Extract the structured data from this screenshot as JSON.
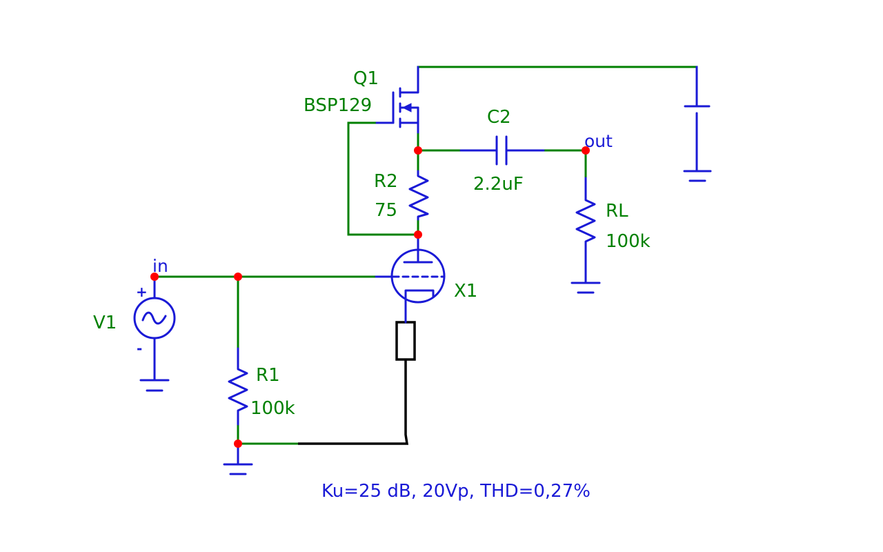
{
  "components": {
    "q1": {
      "ref": "Q1",
      "part": "BSP129"
    },
    "c2": {
      "ref": "C2",
      "value": "2.2uF"
    },
    "r2": {
      "ref": "R2",
      "value": "75"
    },
    "rl": {
      "ref": "RL",
      "value": "100k"
    },
    "r1": {
      "ref": "R1",
      "value": "100k"
    },
    "x1": {
      "ref": "X1"
    },
    "v1": {
      "ref": "V1",
      "plus": "+",
      "minus": "-"
    }
  },
  "nets": {
    "input": "in",
    "output": "out"
  },
  "caption": "Ku=25 dB, 20Vp, THD=0,27%"
}
